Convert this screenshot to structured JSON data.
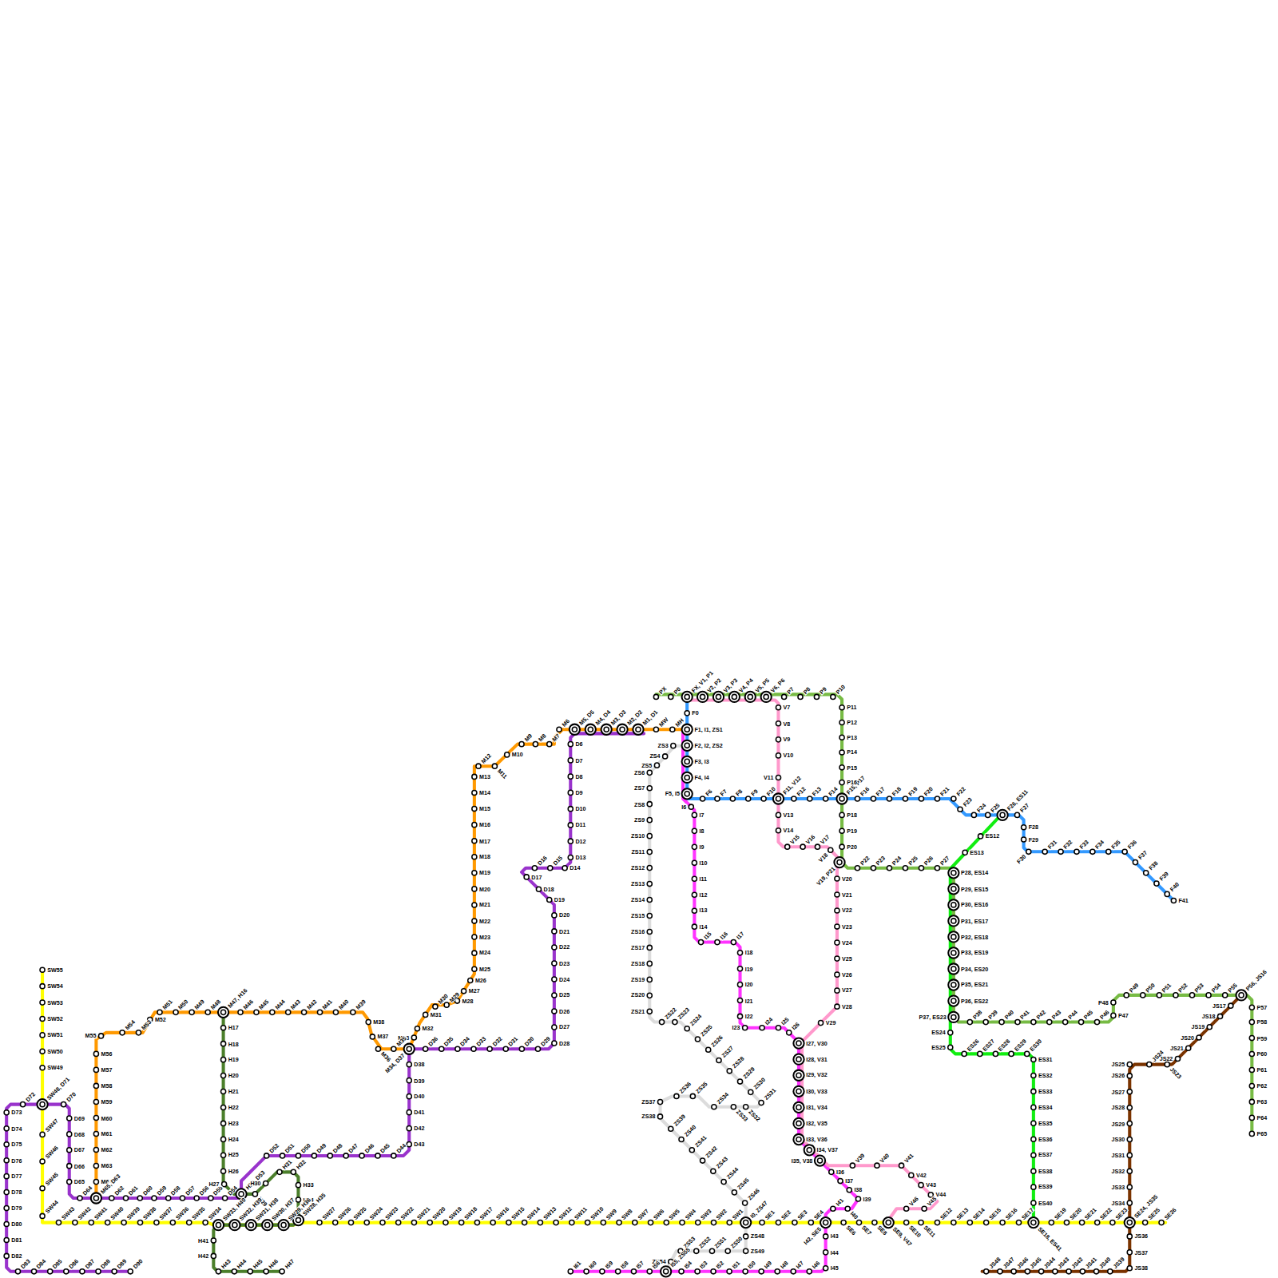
{
  "diagram": {
    "labels": [
      "MW",
      "MH",
      "M1, D1",
      "M2, D2",
      "M3, D3",
      "M4, D4",
      "M5, D5",
      "M6",
      "M7",
      "M8",
      "M9",
      "M10",
      "M11",
      "M12",
      "M13",
      "M14",
      "M15",
      "M16",
      "M17",
      "M18",
      "M19",
      "M20",
      "M21",
      "M22",
      "M23",
      "M24",
      "M25",
      "M26",
      "M27",
      "M28",
      "M29",
      "M30",
      "M31",
      "M32",
      "M33",
      "M34, D37",
      "M35",
      "M36",
      "M37",
      "M38",
      "M39",
      "M40",
      "M41",
      "M42",
      "M43",
      "M44",
      "M45",
      "M46",
      "M47, H16",
      "M48",
      "M49",
      "M50",
      "M51",
      "M52",
      "M53",
      "M54",
      "M55",
      "M56",
      "M57",
      "M58",
      "M59",
      "M60",
      "M61",
      "M62",
      "M63",
      "M64",
      "M65, D63",
      "D6",
      "D7",
      "D8",
      "D9",
      "D10",
      "D11",
      "D12",
      "D13",
      "D14",
      "D15",
      "D16",
      "D17",
      "D18",
      "D19",
      "D20",
      "D21",
      "D22",
      "D23",
      "D24",
      "D25",
      "D26",
      "D27",
      "D28",
      "D29",
      "D30",
      "D31",
      "D32",
      "D33",
      "D34",
      "D35",
      "D36",
      "D38",
      "D39",
      "D40",
      "D41",
      "D42",
      "D43",
      "D44",
      "D45",
      "D46",
      "D47",
      "D48",
      "D49",
      "D50",
      "D51",
      "D52",
      "H28, D53",
      "D54",
      "D55",
      "D56",
      "D57",
      "D58",
      "D59",
      "D60",
      "D61",
      "D62",
      "D64",
      "D65",
      "D66",
      "D67",
      "D68",
      "D69",
      "D70",
      "SW48, D71",
      "D72",
      "D73",
      "D74",
      "D75",
      "D76",
      "D77",
      "D78",
      "D79",
      "D80",
      "D81",
      "D82",
      "D83",
      "D84",
      "D85",
      "D86",
      "D87",
      "D88",
      "D89",
      "D90",
      "H17",
      "H18",
      "H19",
      "H20",
      "H21",
      "H22",
      "H23",
      "H24",
      "H25",
      "H26",
      "H27",
      "H29",
      "H30",
      "H31",
      "H32",
      "H33",
      "H34",
      "SW28, H35",
      "SW29, H36",
      "SW30, H37",
      "SW31, H38",
      "SW32, H39",
      "SW33, H40",
      "H41",
      "H42",
      "H43",
      "H44",
      "H45",
      "H46",
      "H47",
      "SW55",
      "SW54",
      "SW53",
      "SW52",
      "SW51",
      "SW50",
      "SW49",
      "SW47",
      "SW46",
      "SW45",
      "SW44",
      "SW43",
      "SW42",
      "SW41",
      "SW40",
      "SW39",
      "SW38",
      "SW37",
      "SW36",
      "SW35",
      "SW34",
      "SW27",
      "SW26",
      "SW25",
      "SW24",
      "SW23",
      "SW22",
      "SW21",
      "SW20",
      "SW19",
      "SW18",
      "SW17",
      "SW16",
      "SW15",
      "SW14",
      "SW13",
      "SW12",
      "SW11",
      "SW10",
      "SW9",
      "SW8",
      "SW7",
      "SW6",
      "SW5",
      "SW4",
      "SW3",
      "SW2",
      "SW1",
      "I0, ZS47",
      "SE1",
      "SE2",
      "SE3",
      "SE4",
      "I42, SE5",
      "SE6",
      "SE7",
      "SE8",
      "SE9, V47",
      "SE10",
      "SE11",
      "SE12",
      "SE13",
      "SE14",
      "SE15",
      "SE16",
      "SE17",
      "SE18, ES41",
      "SE19",
      "SE20",
      "SE21",
      "SE22",
      "SE23",
      "SE24, JS35",
      "SE25",
      "SE26",
      "ZS3",
      "ZS4",
      "ZS5",
      "ZS6",
      "ZS7",
      "ZS8",
      "ZS9",
      "ZS10",
      "ZS11",
      "ZS12",
      "ZS13",
      "ZS14",
      "ZS15",
      "ZS16",
      "ZS17",
      "ZS18",
      "ZS19",
      "ZS20",
      "ZS21",
      "ZS22",
      "ZS23",
      "ZS24",
      "ZS25",
      "ZS26",
      "ZS27",
      "ZS28",
      "ZS29",
      "ZS30",
      "ZS31",
      "ZS32",
      "ZS33",
      "ZS34",
      "ZS35",
      "ZS36",
      "ZS37",
      "ZS38",
      "ZS39",
      "ZS40",
      "ZS41",
      "ZS42",
      "ZS43",
      "ZS44",
      "ZS45",
      "ZS46",
      "ZS48",
      "ZS49",
      "ZS50",
      "ZS51",
      "ZS52",
      "ZS53",
      "ZS54",
      "F0",
      "F1, I1, ZS1",
      "F2, I2, ZS2",
      "F3, I3",
      "F4, I4",
      "F5, I5",
      "F6",
      "F7",
      "F8",
      "F9",
      "F10",
      "F11, V12",
      "F12",
      "F13",
      "F14",
      "F15, P17",
      "F16",
      "F17",
      "F18",
      "F19",
      "F20",
      "F21",
      "F22",
      "F23",
      "F24",
      "F25",
      "F26, ES11",
      "F27",
      "F28",
      "F29",
      "F30",
      "F31",
      "F32",
      "F33",
      "F34",
      "F35",
      "F36",
      "F37",
      "F38",
      "F39",
      "F40",
      "F41",
      "I6",
      "I7",
      "I8",
      "I9",
      "I10",
      "I11",
      "I12",
      "I13",
      "I14",
      "I15",
      "I16",
      "I17",
      "I18",
      "I19",
      "I20",
      "I21",
      "I22",
      "I23",
      "I24",
      "I25",
      "I26",
      "I27, V30",
      "I28, V31",
      "I29, V32",
      "I30, V33",
      "I31, V34",
      "I32, V35",
      "I33, V36",
      "I34, V37",
      "I35, V38",
      "I36",
      "I37",
      "I38",
      "I39",
      "I40",
      "I41",
      "I43",
      "I44",
      "I45",
      "I46",
      "I47",
      "I48",
      "I49",
      "I50",
      "I51",
      "I52",
      "I53",
      "I54",
      "I55, ZS55",
      "I56",
      "I57",
      "I58",
      "I59",
      "I60",
      "I61",
      "V2, P2",
      "V3, P3",
      "V4, P4",
      "V5, P5",
      "V6, P6",
      "V7",
      "V8",
      "V9",
      "V10",
      "V11",
      "V13",
      "V14",
      "V15",
      "V16",
      "V17",
      "V18",
      "V19, P21",
      "V20",
      "V21",
      "V22",
      "V23",
      "V24",
      "V25",
      "V26",
      "V27",
      "V28",
      "V29",
      "V39",
      "V40",
      "V41",
      "V42",
      "V43",
      "V44",
      "V45",
      "V46",
      "PX",
      "P0",
      "FX, V1, P1",
      "P7",
      "P8",
      "P9",
      "P10",
      "P11",
      "P12",
      "P13",
      "P14",
      "P15",
      "P16",
      "P18",
      "P19",
      "P20",
      "P22",
      "P23",
      "P24",
      "P25",
      "P26",
      "P27",
      "P28, ES14",
      "P29, ES15",
      "P30, ES16",
      "P31, ES17",
      "P32, ES18",
      "P33, ES19",
      "P34, ES20",
      "P35, ES21",
      "P36, ES22",
      "P37, ES23",
      "P38",
      "P39",
      "P40",
      "P41",
      "P42",
      "P43",
      "P44",
      "P45",
      "P46",
      "P47",
      "P48",
      "P49",
      "P50",
      "P51",
      "P52",
      "P53",
      "P54",
      "P55",
      "P56, JS16",
      "P57",
      "P58",
      "P59",
      "P60",
      "P61",
      "P62",
      "P63",
      "P64",
      "P65",
      "ES12",
      "ES13",
      "ES24",
      "ES25",
      "ES26",
      "ES27",
      "ES28",
      "ES29",
      "ES30",
      "ES31",
      "ES32",
      "ES33",
      "ES34",
      "ES35",
      "ES36",
      "ES37",
      "ES38",
      "ES39",
      "ES40",
      "JS17",
      "JS18",
      "JS19",
      "JS20",
      "JS21",
      "JS22",
      "JS23",
      "JS24",
      "JS25",
      "JS26",
      "JS27",
      "JS28",
      "JS29",
      "JS30",
      "JS31",
      "JS32",
      "JS33",
      "JS34",
      "JS36",
      "JS37",
      "JS38",
      "JS39",
      "JS40",
      "JS41",
      "JS42",
      "JS43",
      "JS44",
      "JS45",
      "JS46",
      "JS47",
      "JS48"
    ]
  }
}
